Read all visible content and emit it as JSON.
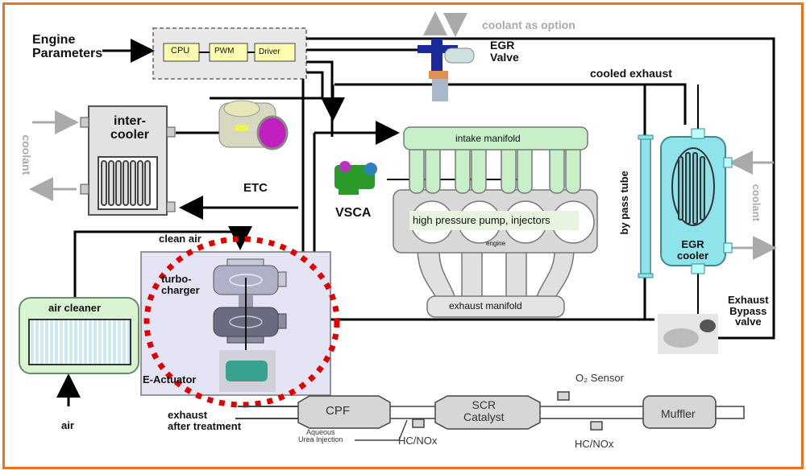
{
  "title": "Engine air, EGR and exhaust after-treatment system",
  "labels": {
    "engine_parameters_1": "Engine",
    "engine_parameters_2": "Parameters",
    "cpu": "CPU",
    "pwm": "PWM",
    "driver": "Driver",
    "coolant_as_option": "coolant as option",
    "egr_valve_1": "EGR",
    "egr_valve_2": "Valve",
    "cooled_exhaust": "cooled exhaust",
    "intercooler_1": "inter-",
    "intercooler_2": "cooler",
    "coolant_left": "coolant",
    "etc": "ETC",
    "vsca": "VSCA",
    "intake_manifold": "intake manifold",
    "hp_pump": "high pressure pump, injectors",
    "engine": "engine",
    "exhaust_manifold": "exhaust manifold",
    "bypass_tube": "by pass tube",
    "egr_cooler_1": "EGR",
    "egr_cooler_2": "cooler",
    "coolant_right": "coolant",
    "exhaust_bypass_1": "Exhaust",
    "exhaust_bypass_2": "Bypass",
    "exhaust_bypass_3": "valve",
    "clean_air": "clean air",
    "turbo_1": "turbo-",
    "turbo_2": "charger",
    "air_cleaner": "air cleaner",
    "e_actuator": "E-Actuator",
    "air": "air",
    "exhaust_after_1": "exhaust",
    "exhaust_after_2": "after treatment",
    "cpf": "CPF",
    "urea_1": "Aqueous",
    "urea_2": "Urea Injection",
    "hc_nox_1": "HC/NOx",
    "scr_1": "SCR",
    "scr_2": "Catalyst",
    "o2_sensor": "O₂ Sensor",
    "hc_nox_2": "HC/NOx",
    "muffler": "Muffler"
  },
  "colors": {
    "frame": "#f07020",
    "highlight_circle": "#e00000",
    "manifold_green": "#c8f0c8",
    "egr_cyan": "#8fe4ec",
    "turbo_panel": "#e4e4f4"
  }
}
